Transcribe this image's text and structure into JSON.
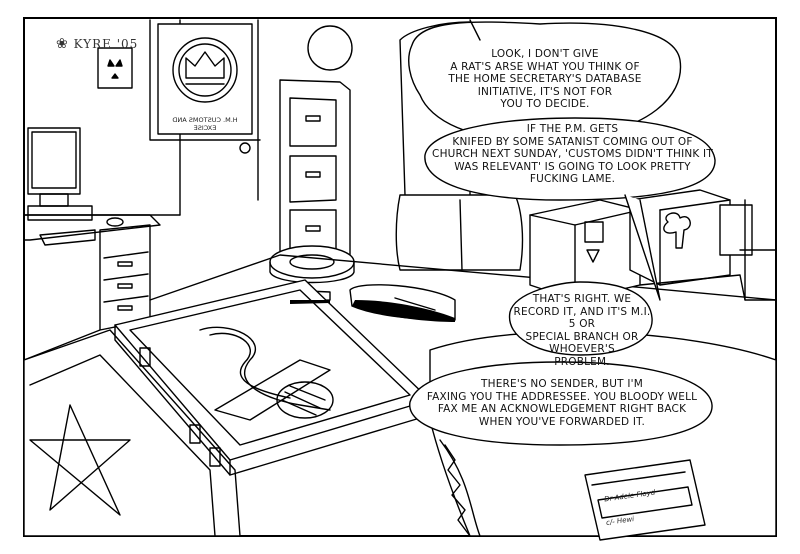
{
  "signature": "KYRE '05",
  "poster": {
    "caption": "H.M. CUSTOMS AND EXCISE"
  },
  "bubbles": [
    {
      "text": "LOOK, I DON'T GIVE\nA RAT'S ARSE WHAT YOU THINK OF\nTHE HOME SECRETARY'S DATABASE\nINITIATIVE, IT'S NOT FOR\nYOU TO DECIDE."
    },
    {
      "text": "IF THE P.M. GETS\nKNIFED BY SOME SATANIST COMING OUT OF\nCHURCH NEXT SUNDAY, 'CUSTOMS DIDN'T THINK IT\nWAS RELEVANT' IS GOING TO LOOK PRETTY\nFUCKING LAME."
    },
    {
      "text": "THAT'S RIGHT. WE\nRECORD IT, AND IT'S M.I. 5 OR\nSPECIAL BRANCH OR WHOEVER'S\nPROBLEM."
    },
    {
      "text": "THERE'S NO SENDER, BUT I'M\nFAXING YOU THE ADDRESSEE.  YOU BLOODY WELL\nFAX ME AN ACKNOWLEDGEMENT RIGHT BACK\nWHEN YOU'VE FORWARDED IT."
    }
  ],
  "label": {
    "line1": "Dr Adele Floyd",
    "line2": "c/- Hewi"
  }
}
